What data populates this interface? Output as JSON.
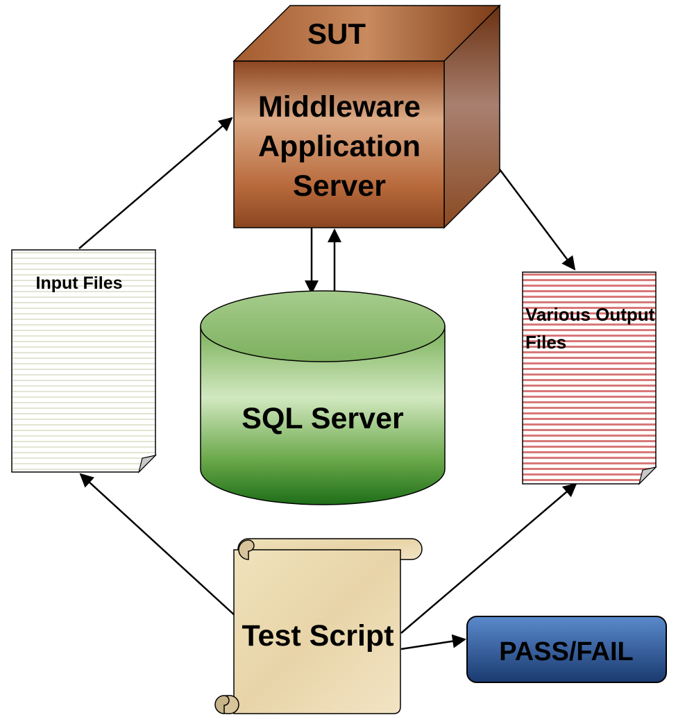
{
  "sut": {
    "tag": "SUT",
    "title_lines": [
      "Middleware",
      "Application",
      "Server"
    ]
  },
  "database": {
    "label": "SQL Server"
  },
  "input_doc": {
    "label": "Input Files"
  },
  "output_doc": {
    "label_lines": [
      "Various Output",
      "Files"
    ]
  },
  "script": {
    "label": "Test Script"
  },
  "result": {
    "label": "PASS/FAIL"
  },
  "colors": {
    "cube_front": "#a8582c",
    "cube_side": "#7a3a18",
    "db_green": "#5fa040",
    "db_dark": "#2a7a20",
    "output_lines": "#d07070",
    "input_lines": "#e2e2d2",
    "pass_fail_fill": "#2c5aa0",
    "scroll_fill": "#ecdcb4"
  }
}
